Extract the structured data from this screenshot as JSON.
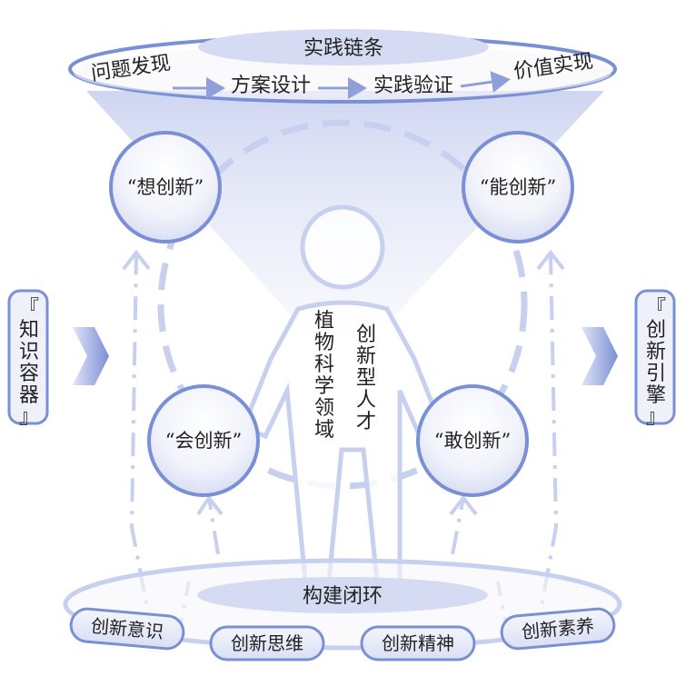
{
  "top_ring": {
    "title": "实践链条",
    "steps": [
      "问题发现",
      "方案设计",
      "实践验证",
      "价值实现"
    ]
  },
  "circles": {
    "think": "“想创新”",
    "able": "“能创新”",
    "can": "“会创新”",
    "dare": "“敢创新”"
  },
  "center": {
    "col_right": "创新型人才",
    "col_left": "植物科学领域"
  },
  "side_left": "『知识容器』",
  "side_right": "『创新引擎』",
  "bottom_ring": {
    "title": "构建闭环",
    "pills": [
      "创新意识",
      "创新思维",
      "创新精神",
      "创新素养"
    ]
  },
  "colors": {
    "accent": "#7b8fd4",
    "light": "#c7d0ef",
    "pale": "#e9ecf8",
    "text": "#222222"
  }
}
